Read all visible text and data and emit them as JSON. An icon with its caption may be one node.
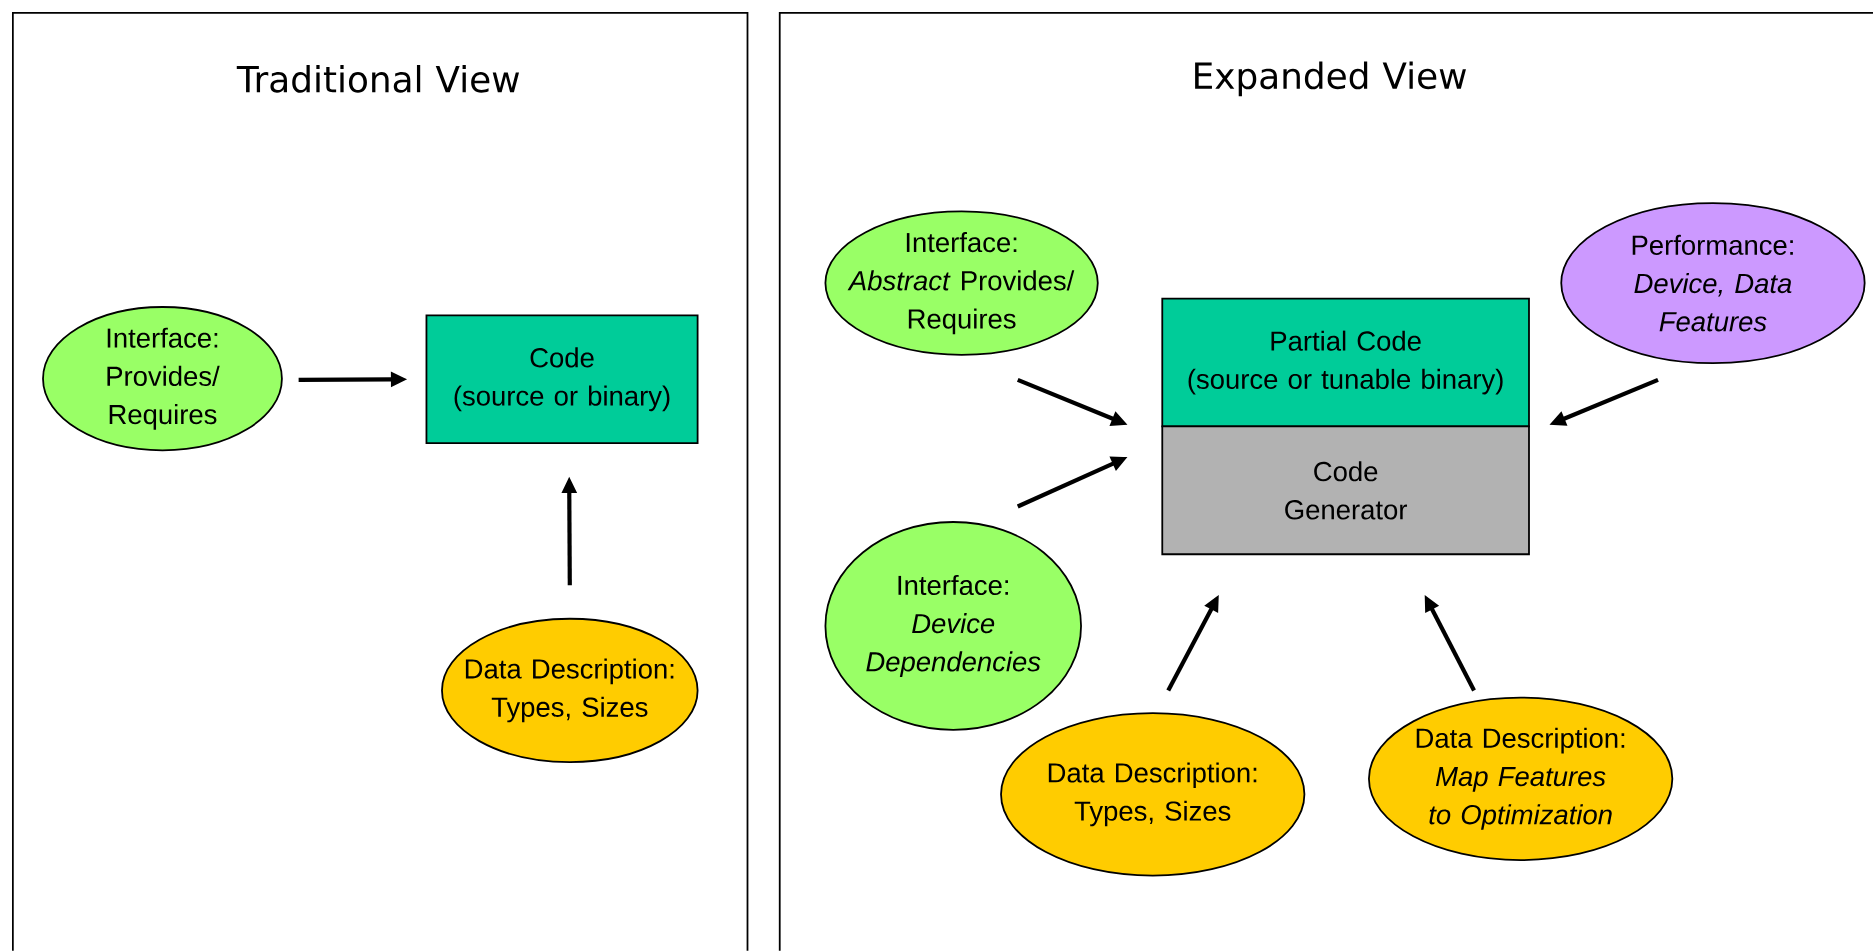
{
  "diagram": {
    "nodes": [
      {
        "text": [
          "Traditional View"
        ]
      },
      {
        "text": [
          "Interface:",
          "Provides/ Requires"
        ],
        "in": 0
      },
      {
        "text": [
          "Code",
          "(source or binary)"
        ],
        "in": 0
      },
      {
        "text": [
          "Data Description:",
          "Types, Sizes"
        ],
        "in": 0
      },
      {
        "text": [
          "Expanded View"
        ]
      },
      {
        "text": [
          "Interface:",
          "*Abstract* Provides/ Requires"
        ],
        "in": 4
      },
      {
        "text": [
          "Performance:",
          "*Device, Data Features*"
        ],
        "in": 4
      },
      {
        "text": [
          "Partial Code",
          "(source or tunable binary)"
        ],
        "in": 4
      },
      {
        "text": [
          "Code Generator"
        ],
        "in": 4
      },
      {
        "text": [
          "Interface:",
          "*Device Dependencies*"
        ],
        "in": 4
      },
      {
        "text": [
          "Data Description:",
          "Types, Sizes"
        ],
        "in": 4
      },
      {
        "text": [
          "Data Description:",
          "*Map Features to Optimization*"
        ],
        "in": 4
      }
    ],
    "edges": [
      {
        "from": 1,
        "to": 2,
        "arrow": "to"
      },
      {
        "from": 3,
        "to": 2,
        "arrow": "to"
      },
      {
        "from": 5,
        "to": 7,
        "arrow": "to"
      },
      {
        "from": 9,
        "to": 8,
        "arrow": "to"
      },
      {
        "from": 6,
        "to": 7,
        "arrow": "to"
      },
      {
        "from": 10,
        "to": 8,
        "arrow": "to"
      },
      {
        "from": 11,
        "to": 8,
        "arrow": "to"
      }
    ]
  }
}
